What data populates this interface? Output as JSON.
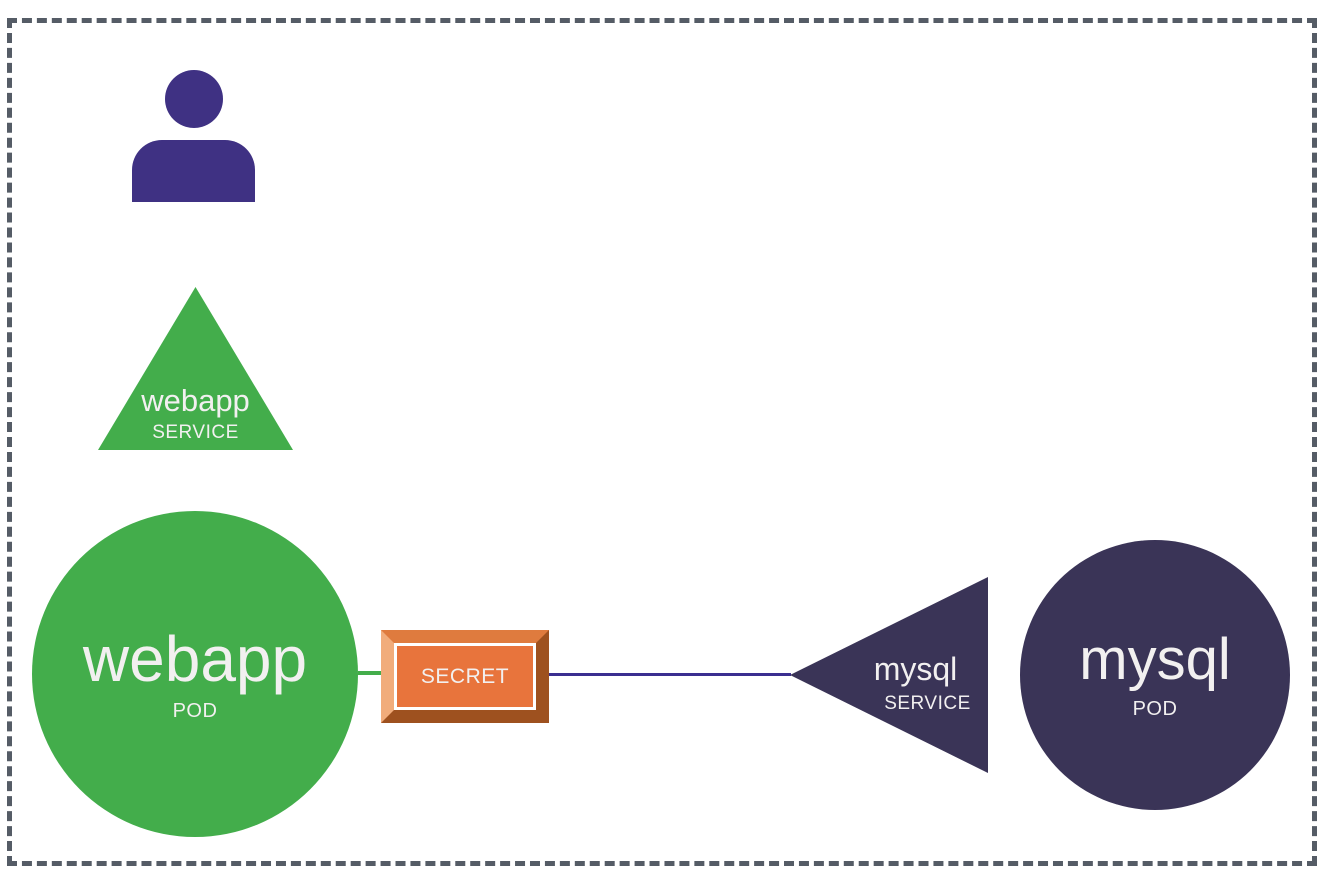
{
  "colors": {
    "green": "#43AD4B",
    "navy": "#3A3457",
    "purple": "#3F3183",
    "indigo_line": "#3B2F90",
    "orange": "#E8743C",
    "orange_bevel_light": "#F1AC7B",
    "orange_bevel_top": "#DF7B3E",
    "orange_bevel_dark": "#9E511F",
    "border": "#555C66",
    "label": "#F2F0F0"
  },
  "icons": {
    "user": "user-icon"
  },
  "nodes": {
    "webapp_service": {
      "name": "webapp",
      "kind": "SERVICE"
    },
    "webapp_pod": {
      "name": "webapp",
      "kind": "POD"
    },
    "secret": {
      "label": "SECRET"
    },
    "mysql_service": {
      "name": "mysql",
      "kind": "SERVICE"
    },
    "mysql_pod": {
      "name": "mysql",
      "kind": "POD"
    }
  }
}
